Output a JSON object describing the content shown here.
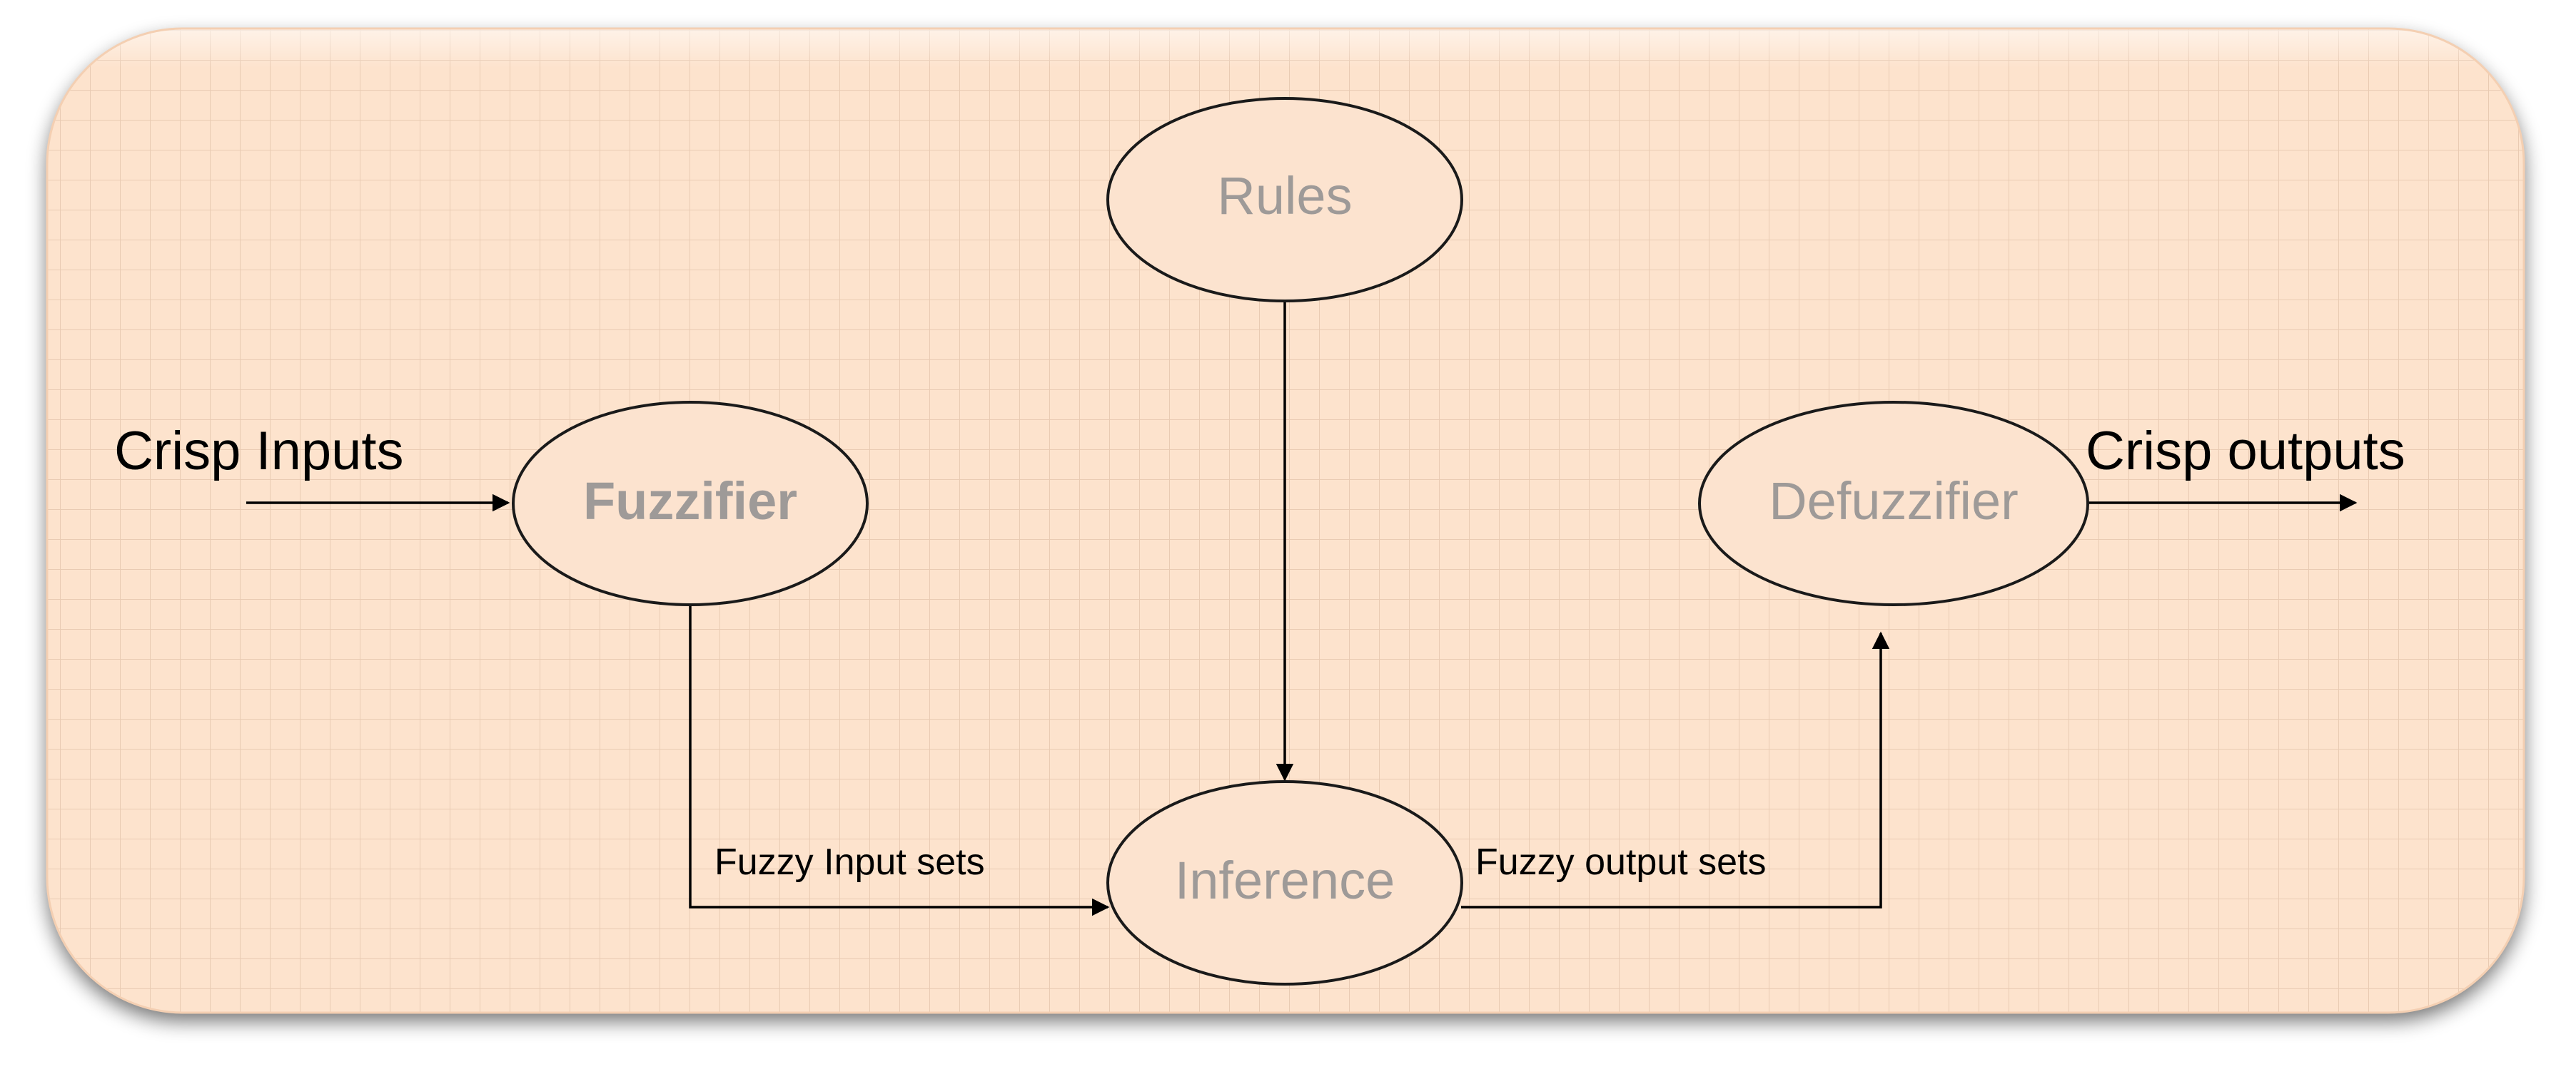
{
  "diagram": {
    "colors": {
      "panel_fill": "#fde3cd",
      "node_fill": "#fce3cf",
      "grid_line": "#e9cbb3",
      "node_text": "#9e9a98",
      "ink": "#000000"
    },
    "nodes": {
      "rules": {
        "label": "Rules",
        "shape": "ellipse"
      },
      "fuzzifier": {
        "label": "Fuzzifier",
        "shape": "ellipse"
      },
      "inference": {
        "label": "Inference",
        "shape": "ellipse"
      },
      "defuzzifier": {
        "label": "Defuzzifier",
        "shape": "ellipse"
      }
    },
    "io": {
      "inputs_label": "Crisp Inputs",
      "outputs_label": "Crisp outputs"
    },
    "edges": [
      {
        "from": "crisp-inputs",
        "to": "fuzzifier",
        "label": ""
      },
      {
        "from": "fuzzifier",
        "to": "inference",
        "label": "Fuzzy Input sets"
      },
      {
        "from": "rules",
        "to": "inference",
        "label": ""
      },
      {
        "from": "inference",
        "to": "defuzzifier",
        "label": "Fuzzy output sets"
      },
      {
        "from": "defuzzifier",
        "to": "crisp-outputs",
        "label": ""
      }
    ]
  }
}
